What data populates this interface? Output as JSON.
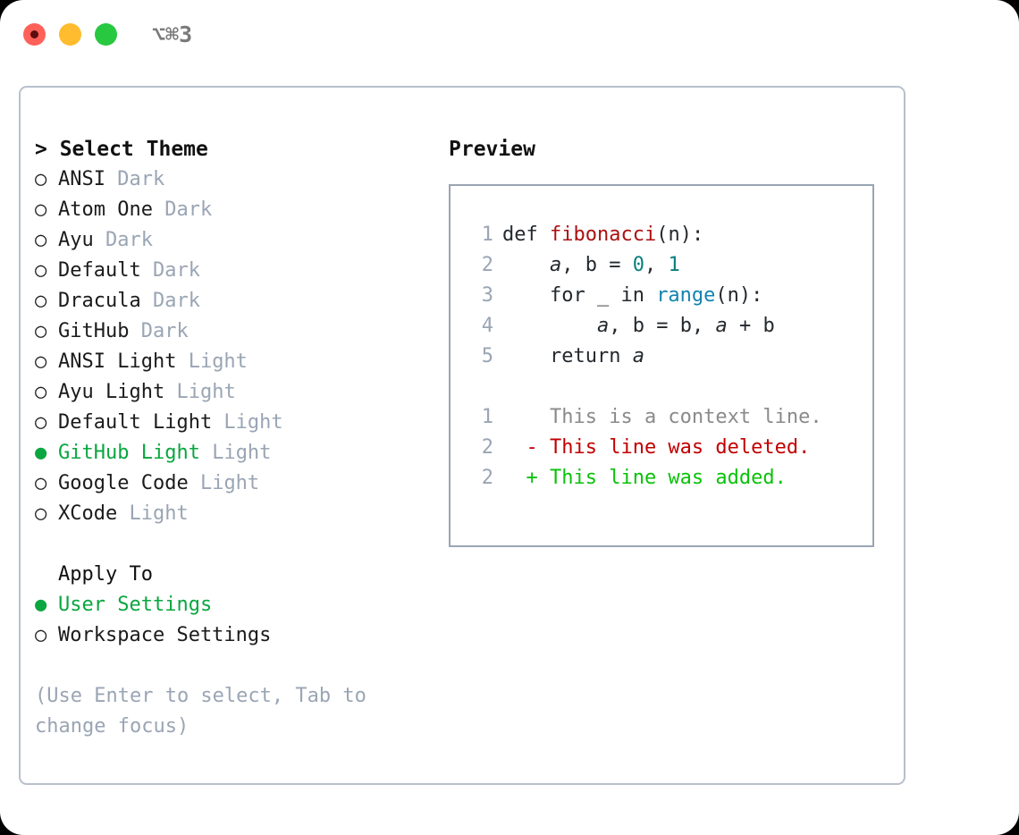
{
  "titlebar": {
    "shortcut": "⌥⌘3",
    "buttons": [
      {
        "name": "close",
        "color": "#ff6159"
      },
      {
        "name": "minimize",
        "color": "#febc2e"
      },
      {
        "name": "zoom",
        "color": "#28c840"
      }
    ]
  },
  "theme_picker": {
    "header": "> Select Theme",
    "marker_selected": "●",
    "marker_unselected": "○",
    "items": [
      {
        "label": "ANSI",
        "tag": "Dark",
        "selected": false
      },
      {
        "label": "Atom One",
        "tag": "Dark",
        "selected": false
      },
      {
        "label": "Ayu",
        "tag": "Dark",
        "selected": false
      },
      {
        "label": "Default",
        "tag": "Dark",
        "selected": false
      },
      {
        "label": "Dracula",
        "tag": "Dark",
        "selected": false
      },
      {
        "label": "GitHub",
        "tag": "Dark",
        "selected": false
      },
      {
        "label": "ANSI Light",
        "tag": "Light",
        "selected": false
      },
      {
        "label": "Ayu Light",
        "tag": "Light",
        "selected": false
      },
      {
        "label": "Default Light",
        "tag": "Light",
        "selected": false
      },
      {
        "label": "GitHub Light",
        "tag": "Light",
        "selected": true
      },
      {
        "label": "Google Code",
        "tag": "Light",
        "selected": false
      },
      {
        "label": "XCode",
        "tag": "Light",
        "selected": false
      }
    ]
  },
  "apply_to": {
    "header": "Apply To",
    "items": [
      {
        "label": "User Settings",
        "selected": true
      },
      {
        "label": "Workspace Settings",
        "selected": false
      }
    ]
  },
  "hint": "(Use Enter to select, Tab to change focus)",
  "preview": {
    "title": "Preview",
    "code_lines": [
      {
        "num": "1",
        "tokens": [
          {
            "text": "def ",
            "type": "kw"
          },
          {
            "text": "fibonacci",
            "type": "fn"
          },
          {
            "text": "(n):",
            "type": "punct"
          }
        ]
      },
      {
        "num": "2",
        "tokens": [
          {
            "text": "    ",
            "type": "punct"
          },
          {
            "text": "a",
            "type": "var"
          },
          {
            "text": ", ",
            "type": "punct"
          },
          {
            "text": "b",
            "type": "kw"
          },
          {
            "text": " = ",
            "type": "punct"
          },
          {
            "text": "0",
            "type": "num"
          },
          {
            "text": ", ",
            "type": "punct"
          },
          {
            "text": "1",
            "type": "num"
          }
        ]
      },
      {
        "num": "3",
        "tokens": [
          {
            "text": "    for _ in ",
            "type": "kw"
          },
          {
            "text": "range",
            "type": "call"
          },
          {
            "text": "(n):",
            "type": "punct"
          }
        ]
      },
      {
        "num": "4",
        "tokens": [
          {
            "text": "        ",
            "type": "punct"
          },
          {
            "text": "a",
            "type": "var"
          },
          {
            "text": ", ",
            "type": "punct"
          },
          {
            "text": "b",
            "type": "kw"
          },
          {
            "text": " = ",
            "type": "punct"
          },
          {
            "text": "b",
            "type": "kw"
          },
          {
            "text": ", ",
            "type": "punct"
          },
          {
            "text": "a",
            "type": "var"
          },
          {
            "text": " + ",
            "type": "punct"
          },
          {
            "text": "b",
            "type": "kw"
          }
        ]
      },
      {
        "num": "5",
        "tokens": [
          {
            "text": "    return ",
            "type": "kw"
          },
          {
            "text": "a",
            "type": "var"
          }
        ]
      }
    ],
    "diff_lines": [
      {
        "num": "1",
        "marker": " ",
        "text": " This is a context line.",
        "type": "ctx"
      },
      {
        "num": "2",
        "marker": "-",
        "text": " This line was deleted.",
        "type": "del"
      },
      {
        "num": "2",
        "marker": "+",
        "text": " This line was added.",
        "type": "add"
      }
    ]
  },
  "colors": {
    "accent_green": "#0aa63f",
    "muted": "#9aa5b4",
    "border": "#b8c0cc",
    "diff_add": "#0ac20a",
    "diff_del": "#c10000",
    "code_fn": "#aa1111",
    "code_num": "#087f7f",
    "code_call": "#1283b0"
  }
}
